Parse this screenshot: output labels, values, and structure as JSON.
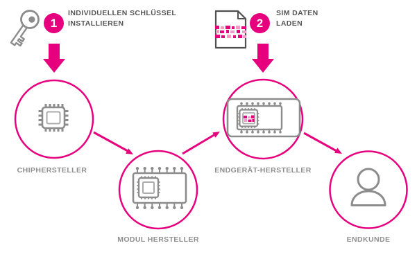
{
  "colors": {
    "magenta": "#E6007E",
    "icon_gray": "#8C8C8C",
    "step_text_gray": "#555555",
    "label_gray": "#8E8E8E",
    "sim_border": "#4F4F4F",
    "pattern_pink_light": "#F19CC7",
    "inner_light": "#ABABAB"
  },
  "steps": [
    {
      "number": "1",
      "line1": "INDIVIDUELLEN SCHLÜSSEL",
      "line2": "INSTALLIEREN",
      "icon": "key-icon"
    },
    {
      "number": "2",
      "line1": "SIM DATEN",
      "line2": "LADEN",
      "icon": "sim-card-icon"
    }
  ],
  "nodes": [
    {
      "label": "CHIPHERSTELLER",
      "icon": "chip-icon"
    },
    {
      "label": "MODUL HERSTELLER",
      "icon": "module-icon"
    },
    {
      "label": "ENDGERÄT-HERSTELLER",
      "icon": "device-chip-icon"
    },
    {
      "label": "ENDKUNDE",
      "icon": "person-icon"
    }
  ]
}
